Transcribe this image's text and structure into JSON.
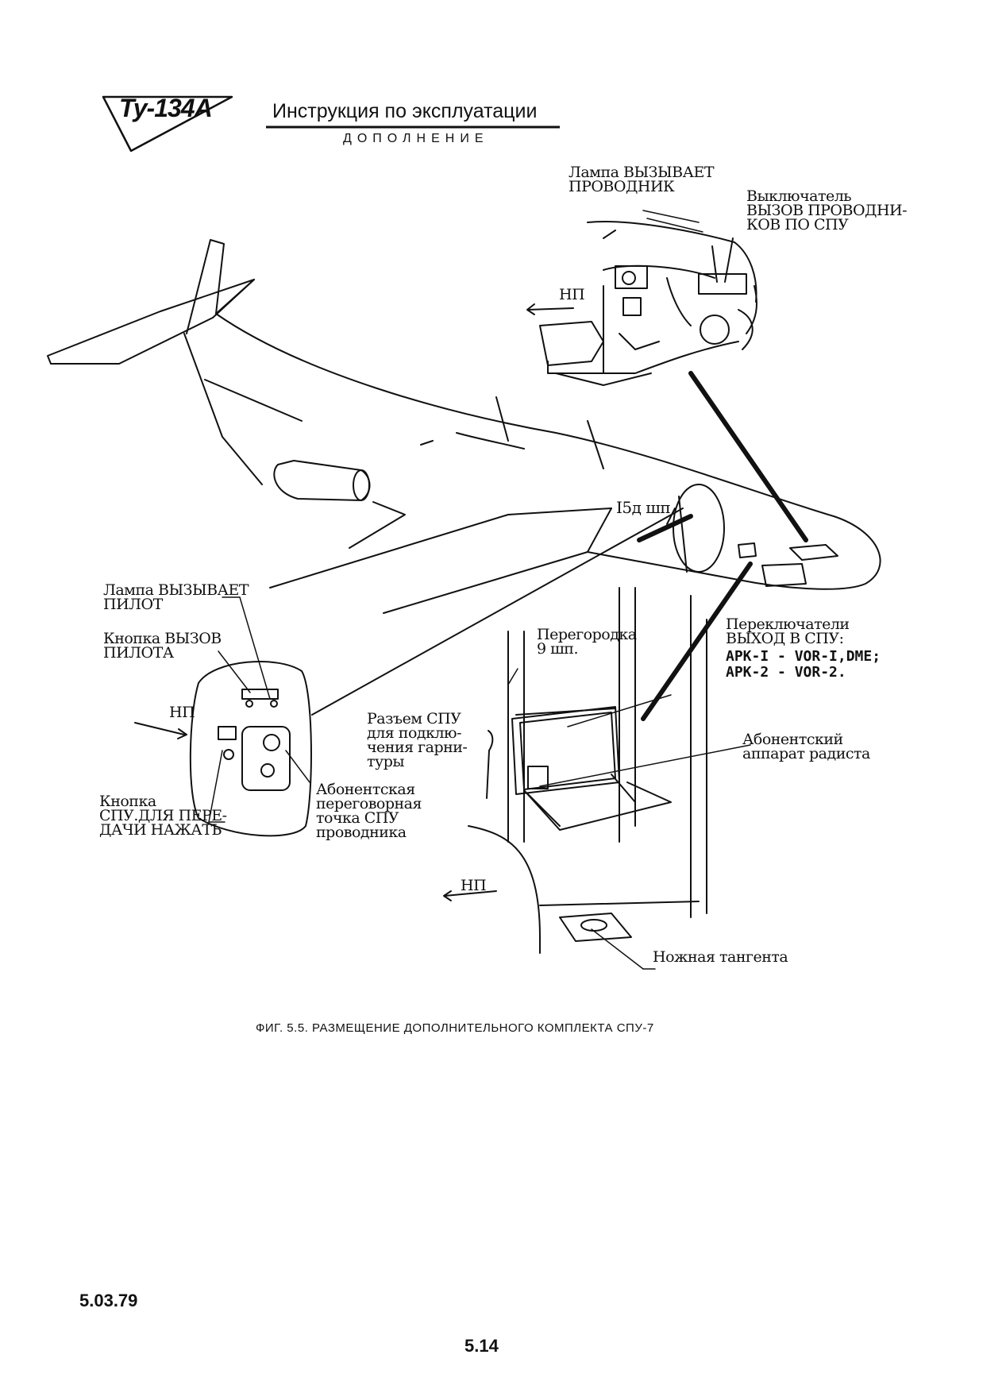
{
  "header": {
    "logo_text": "Ту-134А",
    "title": "Инструкция по эксплуатации",
    "subtitle": "ДОПОЛНЕНИЕ"
  },
  "labels": {
    "lamp_conductor": "Лампа ВЫЗЫВАЕТ\nПРОВОДНИК",
    "switch_conductors": "Выключатель\nВЫЗОВ ПРОВОДНИ-\nКОВ ПО СПУ",
    "np_top": "НП",
    "frame_15": "I5д шп",
    "lamp_pilot": "Лампа ВЫЗЫВАЕТ\nПИЛОТ",
    "button_call_pilot": "Кнопка ВЫЗОВ\nПИЛОТА",
    "np_left": "НП",
    "button_spu": "Кнопка\nСПУ.ДЛЯ ПЕРЕ-\nДАЧИ НАЖАТЬ",
    "conductor_point": "Абонентская\nпереговорная\nточка СПУ\nпроводника",
    "partition": "Перегородка\n9 шп.",
    "spu_connector": "Разъем СПУ\nдля подклю-\nчения гарни-\nтуры",
    "switches_title": "Переключатели\nВЫХОД В СПУ:",
    "switches_line1": "АРК-I - VOR-I,DME;",
    "switches_line2": "АРК-2 - VOR-2.",
    "radio_operator_set": "Абонентский\nаппарат радиста",
    "np_bottom": "НП",
    "foot_switch": "Ножная тангента"
  },
  "caption": "ФИГ. 5.5. РАЗМЕЩЕНИЕ ДОПОЛНИТЕЛЬНОГО КОМПЛЕКТА СПУ-7",
  "footer": {
    "date": "5.03.79",
    "page_number": "5.14"
  }
}
